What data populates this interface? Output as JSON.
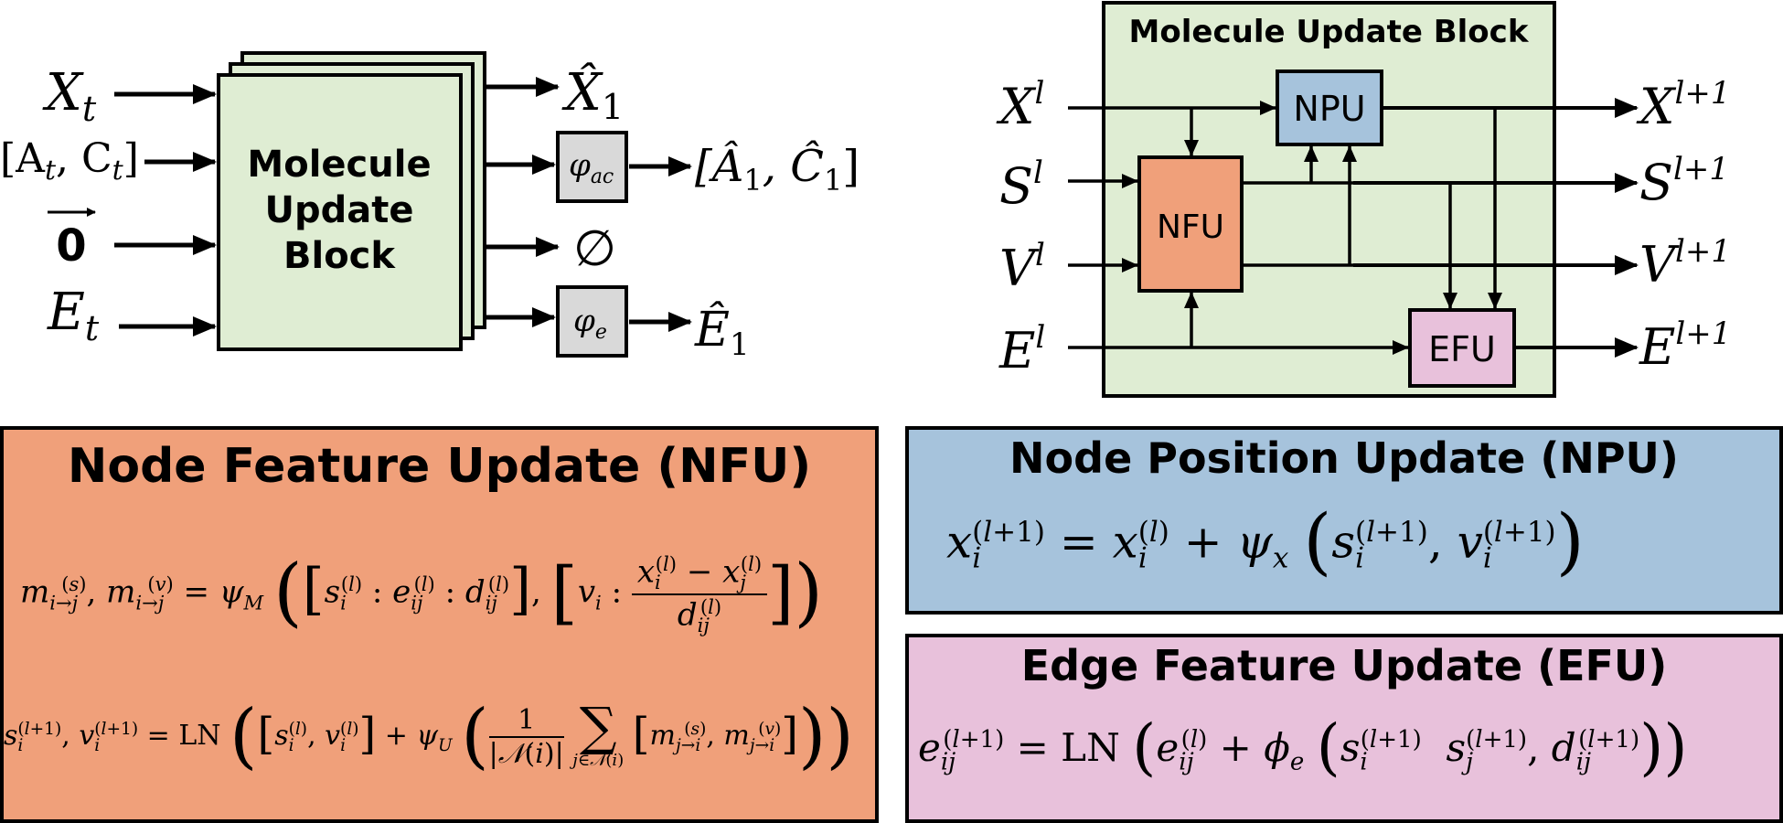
{
  "colors": {
    "block_green": "#dfedd3",
    "nfu_orange": "#f0a07a",
    "npu_blue": "#a6c3dc",
    "efu_pink": "#e8c1db",
    "phi_gray": "#d9d9d9",
    "stroke": "#000000"
  },
  "left_diagram": {
    "block_label": [
      "Molecule",
      "Update",
      "Block"
    ],
    "inputs": {
      "x": "X",
      "x_sub": "t",
      "ac": "[A",
      "ac_sub1": "t",
      "ac_mid": ", C",
      "ac_sub2": "t",
      "ac_close": "]",
      "zero": "0",
      "e": "E",
      "e_sub": "t"
    },
    "outputs": {
      "x_hat": "X̂",
      "x_hat_sub": "1",
      "phi_ac": "φ",
      "phi_ac_sub": "ac",
      "ac_hat_open": "[Â",
      "ac_hat_sub1": "1",
      "ac_hat_mid": ", Ĉ",
      "ac_hat_sub2": "1",
      "ac_hat_close": "]",
      "empty": "∅",
      "phi_e": "φ",
      "phi_e_sub": "e",
      "e_hat": "Ê",
      "e_hat_sub": "1"
    }
  },
  "right_diagram": {
    "title": "Molecule Update Block",
    "nfu": "NFU",
    "npu": "NPU",
    "efu": "EFU",
    "inputs": [
      {
        "sym": "X",
        "sup": "l"
      },
      {
        "sym": "S",
        "sup": "l"
      },
      {
        "sym": "V",
        "sup": "l"
      },
      {
        "sym": "E",
        "sup": "l"
      }
    ],
    "outputs": [
      {
        "sym": "X",
        "sup": "l+1"
      },
      {
        "sym": "S",
        "sup": "l+1"
      },
      {
        "sym": "V",
        "sup": "l+1"
      },
      {
        "sym": "E",
        "sup": "l+1"
      }
    ]
  },
  "panels": {
    "nfu_title": "Node Feature Update (NFU)",
    "npu_title": "Node Position Update (NPU)",
    "efu_title": "Edge Feature Update (EFU)"
  }
}
